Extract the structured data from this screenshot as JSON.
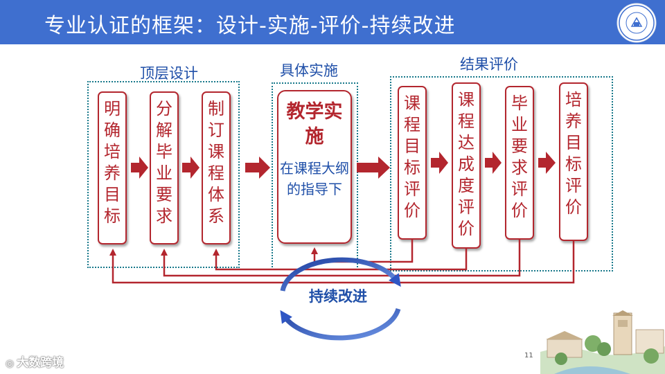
{
  "header": {
    "title": "专业认证的框架：设计-实施-评价-持续改进",
    "background": "#3f6fcf"
  },
  "logo": {
    "icon": "university-seal-icon"
  },
  "groups": {
    "top_design": {
      "label": "顶层设计",
      "steps": [
        "明确培养目标",
        "分解毕业要求",
        "制订课程体系"
      ]
    },
    "implementation": {
      "label": "具体实施",
      "main": "教学实施",
      "sub": "在课程大纲的指导下"
    },
    "evaluation": {
      "label": "结果评价",
      "steps": [
        "课程目标评价",
        "课程达成度评价",
        "毕业要求评价",
        "培养目标评价"
      ]
    }
  },
  "cycle": {
    "label": "持续改进"
  },
  "page_number": "11",
  "watermark": {
    "icon": "watermark-logo-icon",
    "text": "大数跨境"
  },
  "colors": {
    "accent_red": "#b3262e",
    "label_blue": "#1f4fa8",
    "dotted_frame": "#17788a",
    "cycle_arrow": "#3a62c8"
  }
}
